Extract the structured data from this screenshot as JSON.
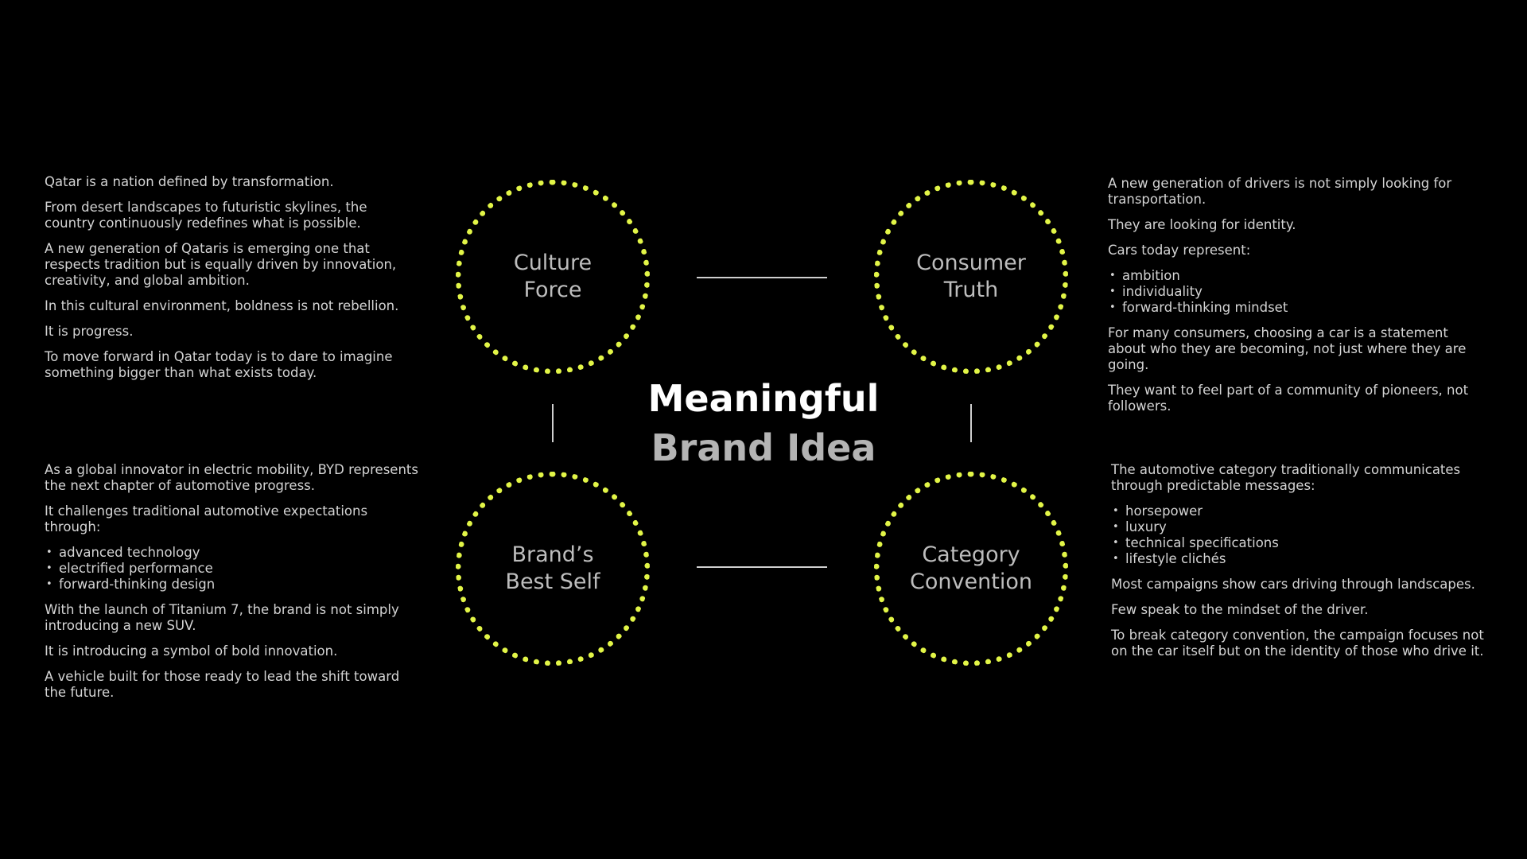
{
  "center": {
    "line1": "Meaningful",
    "line2": "Brand Idea"
  },
  "circles": {
    "culture": {
      "line1": "Culture",
      "line2": "Force"
    },
    "consumer": {
      "line1": "Consumer",
      "line2": "Truth"
    },
    "brand": {
      "line1": "Brand’s",
      "line2": "Best Self"
    },
    "category": {
      "line1": "Category",
      "line2": "Convention"
    }
  },
  "culture_text": {
    "p1": "Qatar is a nation defined by transformation.",
    "p2": "From desert landscapes to futuristic skylines, the country continuously redefines what is possible.",
    "p3": "A new generation of Qataris is emerging one that respects tradition but is equally driven by innovation, creativity, and global ambition.",
    "p4": "In this cultural environment, boldness is not rebellion.",
    "p5": "It is progress.",
    "p6": "To move forward in Qatar today is to dare to imagine something bigger than what exists today."
  },
  "consumer_text": {
    "p1": "A new generation of drivers is not simply looking for transportation.",
    "p2": "They are looking for identity.",
    "p3": "Cars today represent:",
    "bullets": [
      "ambition",
      "individuality",
      "forward-thinking mindset"
    ],
    "p4": "For many consumers, choosing a car is a statement about who they are becoming, not just where they are going.",
    "p5": "They want to feel part of a community of pioneers, not followers."
  },
  "brand_text": {
    "p1": "As a global innovator in electric mobility, BYD represents the next chapter of automotive progress.",
    "p2": "It challenges traditional automotive expectations through:",
    "bullets": [
      "advanced technology",
      "electrified performance",
      "forward-thinking design"
    ],
    "p3": "With the launch of Titanium 7, the brand is not simply introducing a new SUV.",
    "p4": "It is introducing a symbol of bold innovation.",
    "p5": "A vehicle built for those ready to lead the shift toward the future."
  },
  "category_text": {
    "p1": "The automotive category traditionally communicates through predictable messages:",
    "bullets": [
      "horsepower",
      "luxury",
      "technical specifications",
      "lifestyle clichés"
    ],
    "p2": "Most campaigns show cars driving through landscapes.",
    "p3": "Few speak to the mindset of the driver.",
    "p4": "To break category convention, the campaign focuses not on the car itself but on the identity of those who drive it."
  },
  "colors": {
    "background": "#000000",
    "dot_accent": "#e2f547",
    "title_white": "#ffffff",
    "title_grey": "#b4b4b4"
  }
}
